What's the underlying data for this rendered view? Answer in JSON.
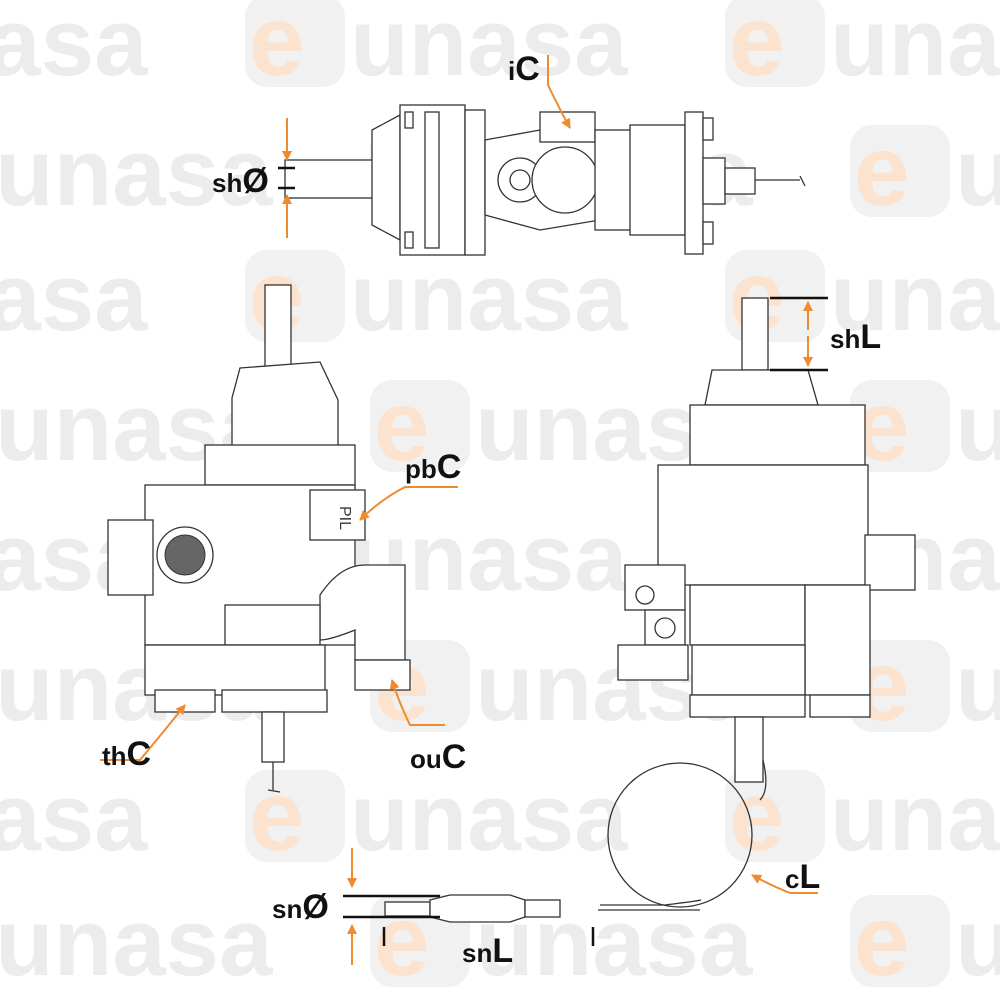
{
  "watermark": {
    "brand_e": "e",
    "brand_rest": "unasa"
  },
  "labels": {
    "inlet_connection": {
      "prefix": "i",
      "main": "C"
    },
    "shaft_diameter": {
      "prefix": "sh",
      "main": "Ø"
    },
    "shaft_length": {
      "prefix": "sh",
      "main": "L"
    },
    "pilot_burner_connection": {
      "prefix": "pb",
      "main": "C"
    },
    "thermocouple_connection": {
      "prefix": "th",
      "main": "C"
    },
    "outlet_connection": {
      "prefix": "ou",
      "main": "C"
    },
    "capillary_length": {
      "prefix": "c",
      "main": "L"
    },
    "sensor_diameter": {
      "prefix": "sn",
      "main": "Ø"
    },
    "sensor_length": {
      "prefix": "sn",
      "main": "L"
    }
  },
  "part_text": {
    "pilot_port": "PIL"
  },
  "colors": {
    "accent": "#f08a2e",
    "line": "#333333",
    "watermark_e": "#fbe3cf",
    "watermark_text": "#ececec"
  }
}
